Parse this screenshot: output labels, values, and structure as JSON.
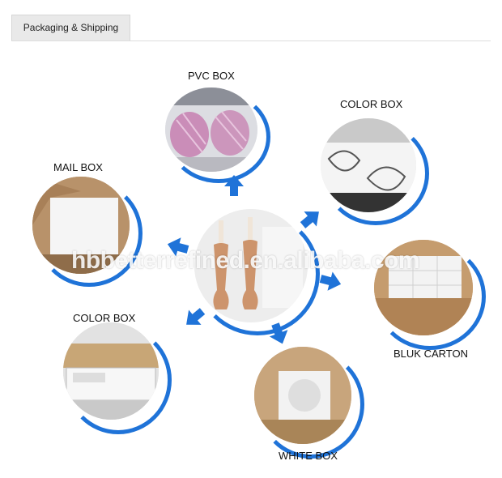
{
  "tab": {
    "label": "Packaging & Shipping"
  },
  "labels": {
    "pvc_box": "PVC BOX",
    "color_box_top": "COLOR BOX",
    "mail_box": "MAIL BOX",
    "bulk_carton": "BLUK CARTON",
    "color_box_bottom": "COLOR BOX",
    "white_box": "WHITE BOX"
  },
  "watermark": "hbbetterrefined.en.alibaba.com",
  "colors": {
    "accent_blue": "#1f73d8"
  }
}
